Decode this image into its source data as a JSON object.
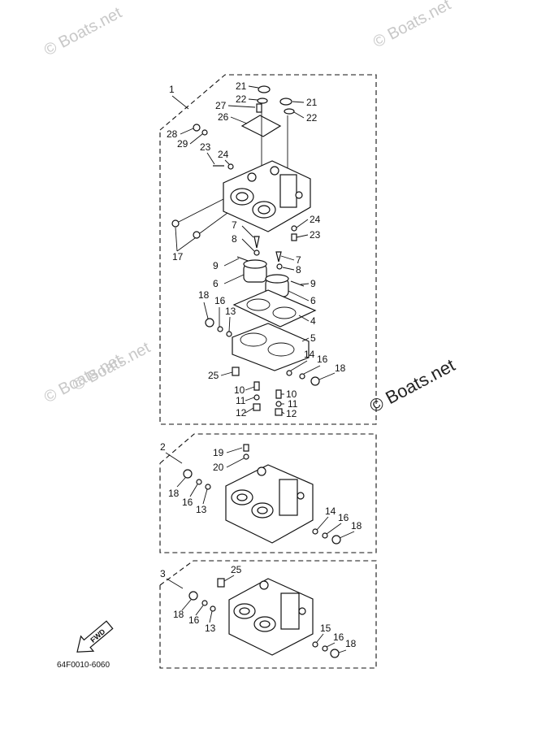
{
  "watermarks": {
    "top_left": "© Boats.net",
    "top_right": "© Boats.net",
    "mid_left": "© Boats.net",
    "mid_right": "© Boats.net",
    "side_right": "© Boats.net"
  },
  "diagram_code": "64F0010-6060",
  "fwd_label": "FWD",
  "box1": {
    "id": "1",
    "callouts": [
      "21",
      "22",
      "27",
      "26",
      "21",
      "22",
      "28",
      "29",
      "23",
      "24",
      "17",
      "7",
      "8",
      "9",
      "6",
      "7",
      "8",
      "9",
      "6",
      "4",
      "18",
      "16",
      "13",
      "5",
      "25",
      "14",
      "16",
      "18",
      "10",
      "11",
      "12",
      "10",
      "11",
      "12",
      "24",
      "23"
    ]
  },
  "box2": {
    "id": "2",
    "callouts": [
      "19",
      "20",
      "18",
      "16",
      "13",
      "14",
      "16",
      "18"
    ]
  },
  "box3": {
    "id": "3",
    "callouts": [
      "25",
      "18",
      "16",
      "13",
      "15",
      "16",
      "18"
    ]
  }
}
